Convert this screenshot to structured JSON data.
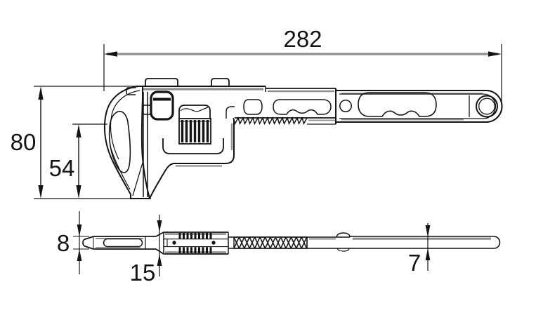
{
  "drawing": {
    "type": "technical-drawing",
    "subject": "adjustable pipe wrench, side view and plan view",
    "units": "mm",
    "dimensions": {
      "overall_length": "282",
      "overall_height": "80",
      "jaw_opening": "54",
      "jaw_plate_thickness": "8",
      "body_width": "15",
      "handle_thickness": "7"
    },
    "colors": {
      "line": "#141414",
      "shadow_line": "#8f8f8f",
      "background": "#ffffff"
    }
  }
}
